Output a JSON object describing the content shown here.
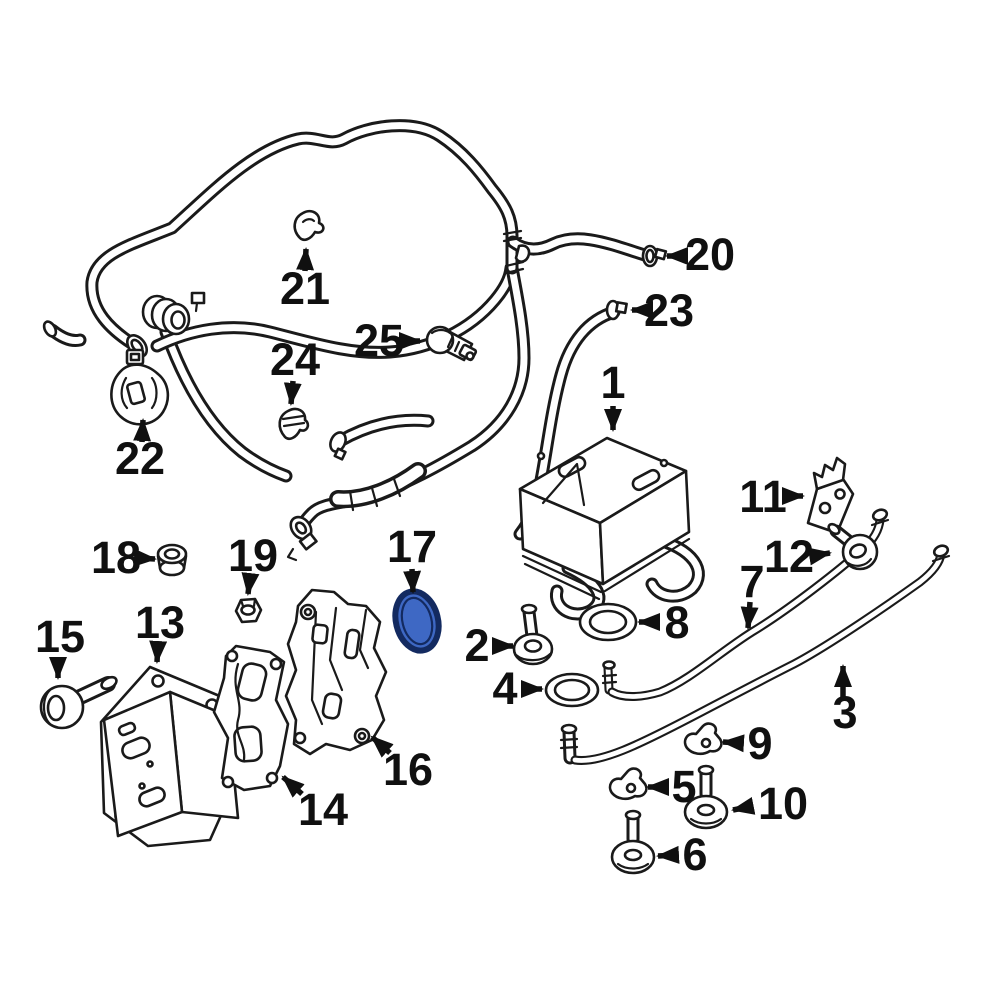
{
  "diagram": {
    "background_color": "#ffffff",
    "line_color": "#1a1a1a",
    "label_color": "#101010",
    "highlight": {
      "callout": "17",
      "fill": "#3e68c4",
      "stroke": "#132a60"
    },
    "callouts": [
      {
        "num": "1"
      },
      {
        "num": "2"
      },
      {
        "num": "3"
      },
      {
        "num": "4"
      },
      {
        "num": "5"
      },
      {
        "num": "6"
      },
      {
        "num": "7"
      },
      {
        "num": "8"
      },
      {
        "num": "9"
      },
      {
        "num": "10"
      },
      {
        "num": "11"
      },
      {
        "num": "12"
      },
      {
        "num": "13"
      },
      {
        "num": "14"
      },
      {
        "num": "15"
      },
      {
        "num": "16"
      },
      {
        "num": "17"
      },
      {
        "num": "18"
      },
      {
        "num": "19"
      },
      {
        "num": "20"
      },
      {
        "num": "21"
      },
      {
        "num": "22"
      },
      {
        "num": "23"
      },
      {
        "num": "24"
      },
      {
        "num": "25"
      }
    ]
  }
}
